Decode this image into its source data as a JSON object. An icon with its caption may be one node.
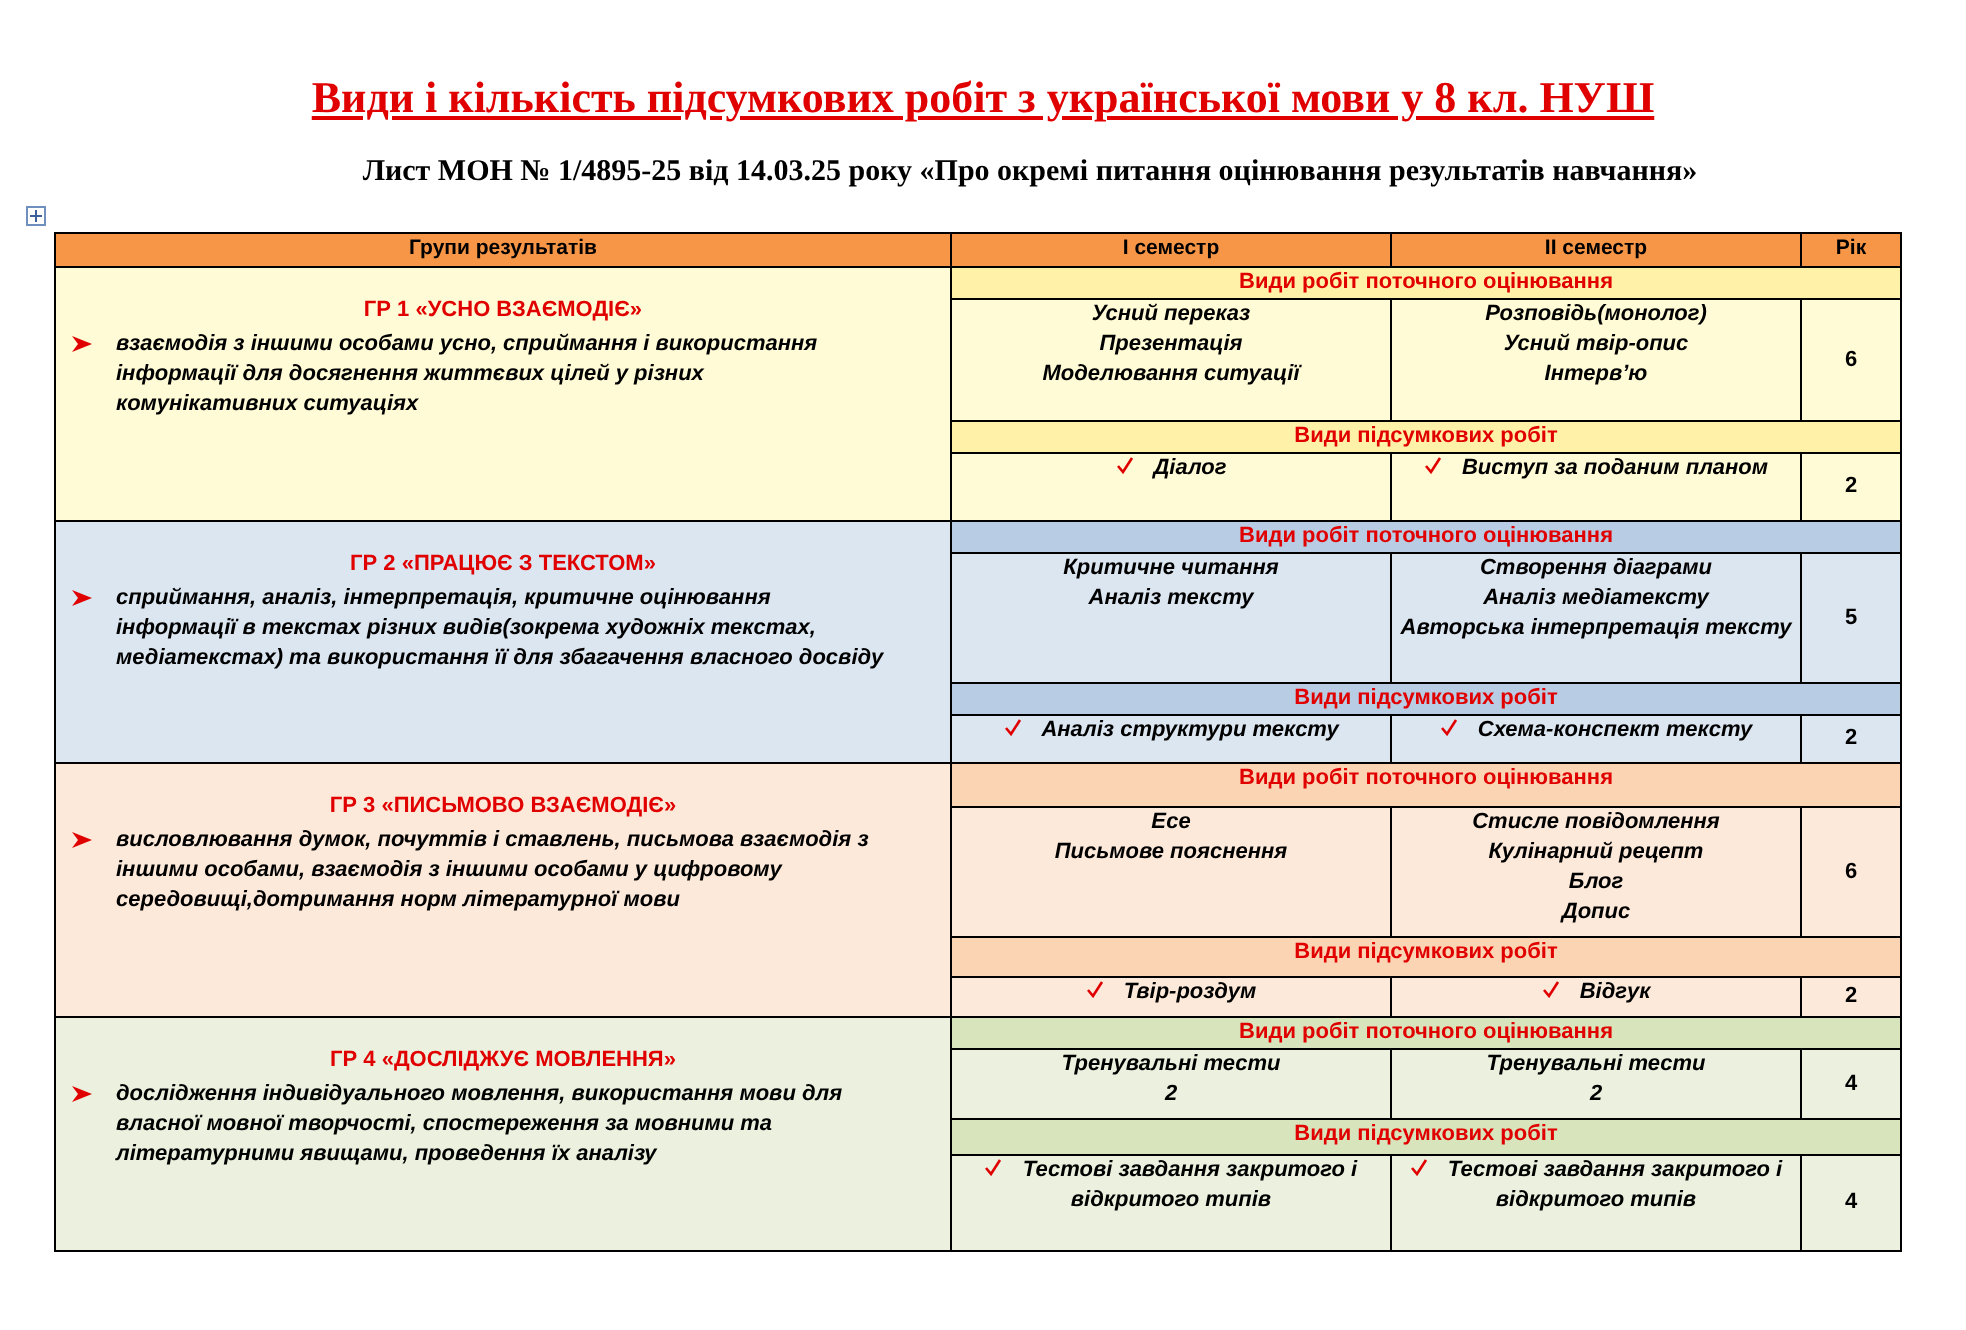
{
  "diagram": {
    "title": "Види і кількість підсумкових робіт з української мови у 8 кл. НУШ",
    "labels": [
      "Лист МОН № 1/4895-25 від 14.03.25 року «Про окремі питання оцінювання результатів навчання»",
      "Групи результатів",
      "I семестр",
      "II семестр",
      "Рік",
      "ГР 1 «УСНО ВЗАЄМОДІЄ»",
      "взаємодія з іншими особами усно, сприймання і використання інформації для досягнення життєвих цілей у різних комунікативних ситуаціях",
      "Види робіт поточного оцінювання",
      "Усний переказ",
      "Презентація",
      "Моделювання ситуації",
      "Розповідь(монолог)",
      "Усний твір-опис",
      "Інтерв’ю",
      "6",
      "Види підсумкових робіт",
      "Діалог",
      "Виступ за поданим планом",
      "2",
      "ГР 2 «ПРАЦЮЄ З ТЕКСТОМ»",
      "сприймання, аналіз, інтерпретація, критичне оцінювання інформації в текстах різних видів(зокрема художніх текстах, медіатекстах) та використання її для збагачення власного досвіду",
      "Види робіт поточного оцінювання",
      "Критичне читання",
      "Аналіз тексту",
      "Створення діаграми",
      "Аналіз медіатексту",
      "Авторська інтерпретація тексту",
      "5",
      "Види підсумкових робіт",
      "Аналіз структури тексту",
      "Схема-конспект тексту",
      "2",
      "ГР 3 «ПИСЬМОВО ВЗАЄМОДІЄ»",
      "висловлювання думок, почуттів і ставлень, письмова взаємодія з іншими особами, взаємодія з іншими особами у цифровому середовищі,дотримання норм літературної мови",
      "Види робіт поточного оцінювання",
      "Есе",
      "Письмове пояснення",
      "Стисле повідомлення",
      "Кулінарний рецепт",
      "Блог",
      "Допис",
      "6",
      "Види підсумкових робіт",
      "Твір-роздум",
      "Відгук",
      "2",
      "ГР 4 «ДОСЛІДЖУЄ МОВЛЕННЯ»",
      "дослідження індивідуального мовлення, використання мови для власної мовної творчості, спостереження за мовними та літературними явищами, проведення їх аналізу",
      "Види робіт поточного оцінювання",
      "Тренувальні тести",
      "2",
      "Тренувальні тести",
      "2",
      "4",
      "Види підсумкових робіт",
      "Тестові завдання закритого і відкритого типів",
      "Тестові завдання закритого і відкритого типів",
      "4"
    ]
  }
}
